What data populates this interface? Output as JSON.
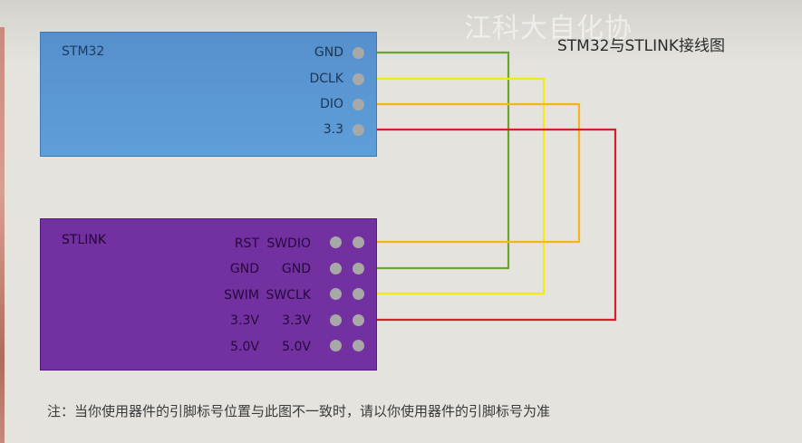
{
  "watermark": "江科大自化协",
  "title": "STM32与STLINK接线图",
  "stm32": {
    "label": "STM32",
    "color": "#5b97d4",
    "pins": [
      "GND",
      "DCLK",
      "DIO",
      "3.3"
    ]
  },
  "stlink": {
    "label": "STLINK",
    "color": "#7230a0",
    "rows": [
      {
        "left": "RST",
        "right": "SWDIO"
      },
      {
        "left": "GND",
        "right": "GND"
      },
      {
        "left": "SWIM",
        "right": "SWCLK"
      },
      {
        "left": "3.3V",
        "right": "3.3V"
      },
      {
        "left": "5.0V",
        "right": "5.0V"
      }
    ]
  },
  "connections": [
    {
      "from": "GND",
      "to": "GND",
      "color": "#6aa629"
    },
    {
      "from": "DCLK",
      "to": "SWCLK",
      "color": "#f5ea10"
    },
    {
      "from": "DIO",
      "to": "SWDIO",
      "color": "#f5b41a"
    },
    {
      "from": "3.3",
      "to": "3.3V",
      "color": "#d4202a"
    }
  ],
  "note": "注：当你使用器件的引脚标号位置与此图不一致时，请以你使用器件的引脚标号为准"
}
